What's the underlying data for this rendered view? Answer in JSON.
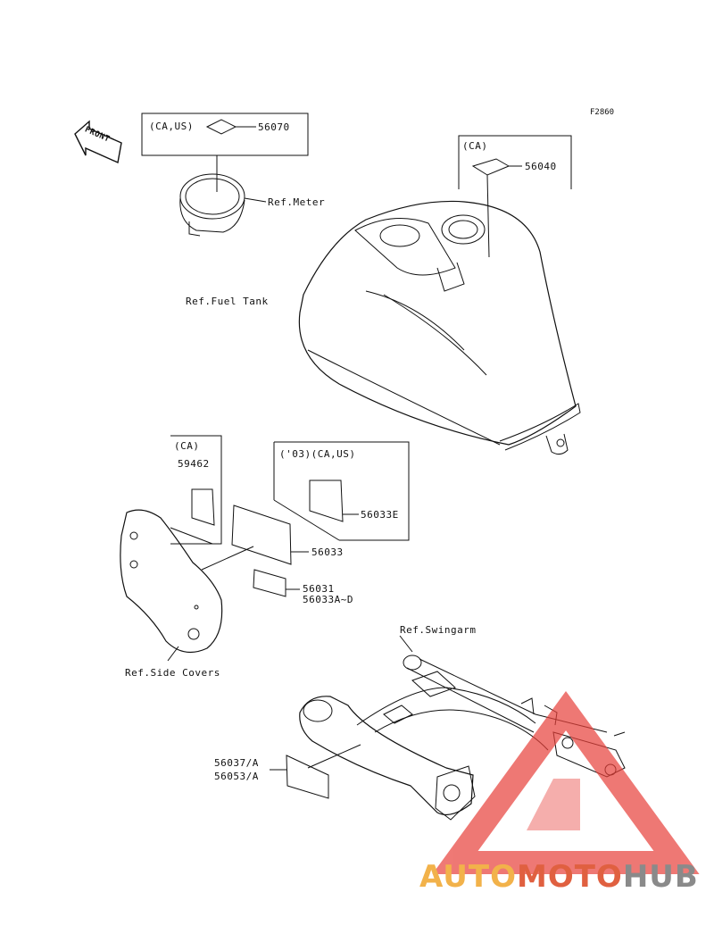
{
  "figure_code": "F2860",
  "front_marker": "FRONT",
  "callouts": {
    "meter_group": "(CA,US)",
    "part_56070": "56070",
    "ref_meter": "Ref.Meter",
    "tank_group": "(CA)",
    "part_56040": "56040",
    "ref_fuel_tank": "Ref.Fuel Tank",
    "side_group": "(CA)",
    "part_59462": "59462",
    "year_group": "('03)(CA,US)",
    "part_56033e": "56033E",
    "part_56033": "56033",
    "part_56031": "56031",
    "part_56033a_d": "56033A~D",
    "ref_side_covers": "Ref.Side Covers",
    "ref_swingarm": "Ref.Swingarm",
    "part_56037a": "56037/A",
    "part_56053a": "56053/A"
  },
  "watermark": {
    "part1": "AUTO",
    "part2": "MOTO",
    "part3": "HUB",
    "color1": "#f2b24a",
    "color2": "#e06040",
    "color3": "#8a8a8a",
    "triangle_color": "#e8403a"
  }
}
